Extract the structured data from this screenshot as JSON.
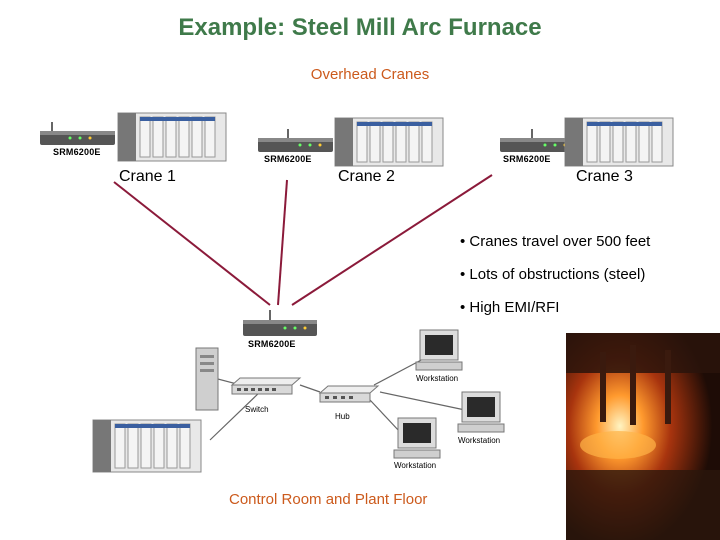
{
  "title": "Example: Steel Mill Arc Furnace",
  "subtitle": "Overhead Cranes",
  "cranes": [
    {
      "label": "Crane 1",
      "device": "SRM6200E"
    },
    {
      "label": "Crane 2",
      "device": "SRM6200E"
    },
    {
      "label": "Crane 3",
      "device": "SRM6200E"
    }
  ],
  "bullets": [
    "• Cranes travel over 500 feet",
    "• Lots of obstructions (steel)",
    "• High EMI/RFI"
  ],
  "network": {
    "base_device": "SRM6200E",
    "switch": "Switch",
    "hub": "Hub",
    "workstation": "Workstation"
  },
  "footer": "Control Room and Plant Floor",
  "colors": {
    "title": "#3f7a4a",
    "accent": "#cc5a1c",
    "link": "#8b1a3a"
  }
}
